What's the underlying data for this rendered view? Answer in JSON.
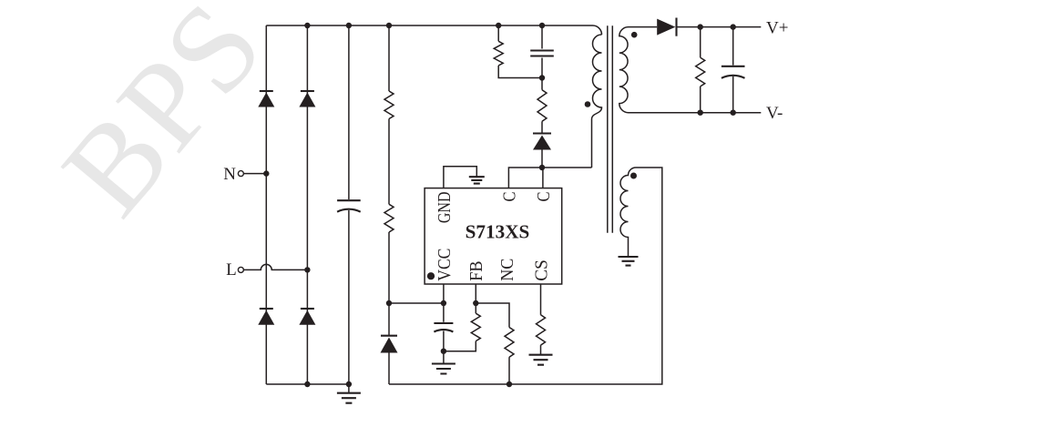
{
  "page": {
    "background": "#ffffff",
    "line_color": "#241f20",
    "watermark_color": "#e7e7e7"
  },
  "watermark": {
    "text": "BPS"
  },
  "terminals": {
    "neutral": "N",
    "line": "L",
    "output_positive": "V+",
    "output_negative": "V-"
  },
  "ic": {
    "part_number": "S713XS",
    "pins_top": [
      "GND",
      "C",
      "C"
    ],
    "pins_bottom": [
      "VCC",
      "FB",
      "NC",
      "CS"
    ]
  }
}
